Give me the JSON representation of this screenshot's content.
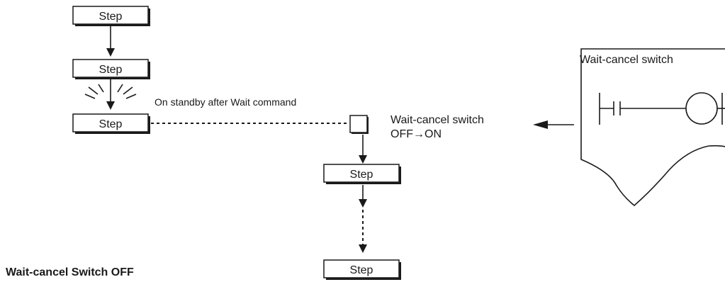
{
  "steps": {
    "step1": "Step",
    "step2": "Step",
    "step3": "Step",
    "step4": "Step",
    "step5": "Step"
  },
  "labels": {
    "standby": "On standby after Wait command",
    "switch_line1": "Wait-cancel switch",
    "switch_line2": "OFF→ON",
    "panel_title": "Wait-cancel switch",
    "footer": "Wait-cancel Switch OFF"
  },
  "colors": {
    "ink": "#1a1a1a",
    "background": "#ffffff"
  }
}
